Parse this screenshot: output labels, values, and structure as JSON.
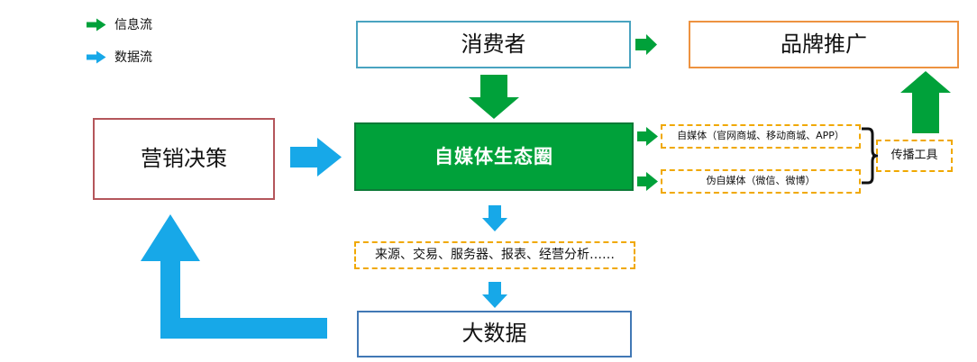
{
  "legend": {
    "items": [
      {
        "label": "信息流",
        "icon": "green-right-arrow-icon",
        "color": "#00a13a"
      },
      {
        "label": "数据流",
        "icon": "blue-right-arrow-icon",
        "color": "#17a8e8"
      }
    ]
  },
  "nodes": {
    "consumer": {
      "label": "消费者",
      "border": "#49a3c0",
      "fill": "#ffffff",
      "text": "#111111"
    },
    "brand": {
      "label": "品牌推广",
      "border": "#ed9240",
      "fill": "#ffffff",
      "text": "#111111"
    },
    "marketing": {
      "label": "营销决策",
      "border": "#b4565b",
      "fill": "#ffffff",
      "text": "#111111"
    },
    "ecosystem": {
      "label": "自媒体生态圈",
      "border": "#0d7a37",
      "fill": "#00a13a",
      "text": "#ffffff"
    },
    "bigdata": {
      "label": "大数据",
      "border": "#4178b5",
      "fill": "#ffffff",
      "text": "#111111"
    },
    "selfmedia": {
      "label": "自媒体（官网商城、移动商城、APP）",
      "border": "#f0a800",
      "fill": "#ffffff",
      "text": "#111111"
    },
    "pseudo": {
      "label": "伪自媒体（微信、微博）",
      "border": "#f0a800",
      "fill": "#ffffff",
      "text": "#111111"
    },
    "tools": {
      "label": "传播工具",
      "border": "#f0a800",
      "fill": "#ffffff",
      "text": "#111111"
    },
    "metrics": {
      "label": "来源、交易、服务器、报表、经营分析……",
      "border": "#f0a800",
      "fill": "#ffffff",
      "text": "#111111"
    }
  },
  "connectors": [
    {
      "name": "brand-to-consumer-arrow",
      "flow": "信息流",
      "color": "#00a13a",
      "direction": "left"
    },
    {
      "name": "consumer-to-ecosystem-arrow",
      "flow": "信息流",
      "color": "#00a13a",
      "direction": "down"
    },
    {
      "name": "marketing-to-ecosystem-arrow",
      "flow": "数据流",
      "color": "#17a8e8",
      "direction": "right"
    },
    {
      "name": "ecosystem-to-selfmedia-arrow",
      "flow": "信息流",
      "color": "#00a13a",
      "direction": "right"
    },
    {
      "name": "ecosystem-to-pseudo-arrow",
      "flow": "信息流",
      "color": "#00a13a",
      "direction": "right"
    },
    {
      "name": "tools-to-brand-arrow",
      "flow": "信息流",
      "color": "#00a13a",
      "direction": "up"
    },
    {
      "name": "ecosystem-to-metrics-arrow",
      "flow": "数据流",
      "color": "#17a8e8",
      "direction": "down"
    },
    {
      "name": "metrics-to-bigdata-arrow",
      "flow": "数据流",
      "color": "#17a8e8",
      "direction": "down"
    },
    {
      "name": "bigdata-to-marketing-arrow",
      "flow": "数据流",
      "color": "#17a8e8",
      "direction": "left-up"
    }
  ],
  "brace": {
    "name": "grouping-brace",
    "color": "#111111",
    "groups": [
      "自媒体（官网商城、移动商城、APP）",
      "伪自媒体（微信、微博）"
    ],
    "target": "传播工具"
  }
}
